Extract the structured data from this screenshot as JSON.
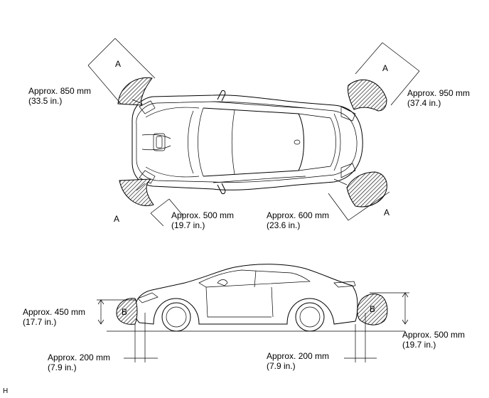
{
  "top_view": {
    "front_left": {
      "zone": "A",
      "distance_mm": "Approx. 850 mm",
      "distance_in": "(33.5 in.)"
    },
    "front_right": {
      "zone": "A",
      "distance_mm": "Approx. 950 mm",
      "distance_in": "(37.4 in.)"
    },
    "rear_left": {
      "zone": "A",
      "distance_mm": "Approx. 500 mm",
      "distance_in": "(19.7 in.)"
    },
    "rear_right": {
      "zone": "A",
      "distance_mm": "Approx. 600 mm",
      "distance_in": "(23.6 in.)"
    }
  },
  "side_view": {
    "front_zone": "B",
    "rear_zone": "B",
    "front_height": {
      "distance_mm": "Approx. 450 mm",
      "distance_in": "(17.7 in.)"
    },
    "rear_height": {
      "distance_mm": "Approx. 500 mm",
      "distance_in": "(19.7 in.)"
    },
    "front_offset": {
      "distance_mm": "Approx. 200 mm",
      "distance_in": "(7.9 in.)"
    },
    "rear_offset": {
      "distance_mm": "Approx. 200 mm",
      "distance_in": "(7.9 in.)"
    }
  },
  "figure_code": "H"
}
